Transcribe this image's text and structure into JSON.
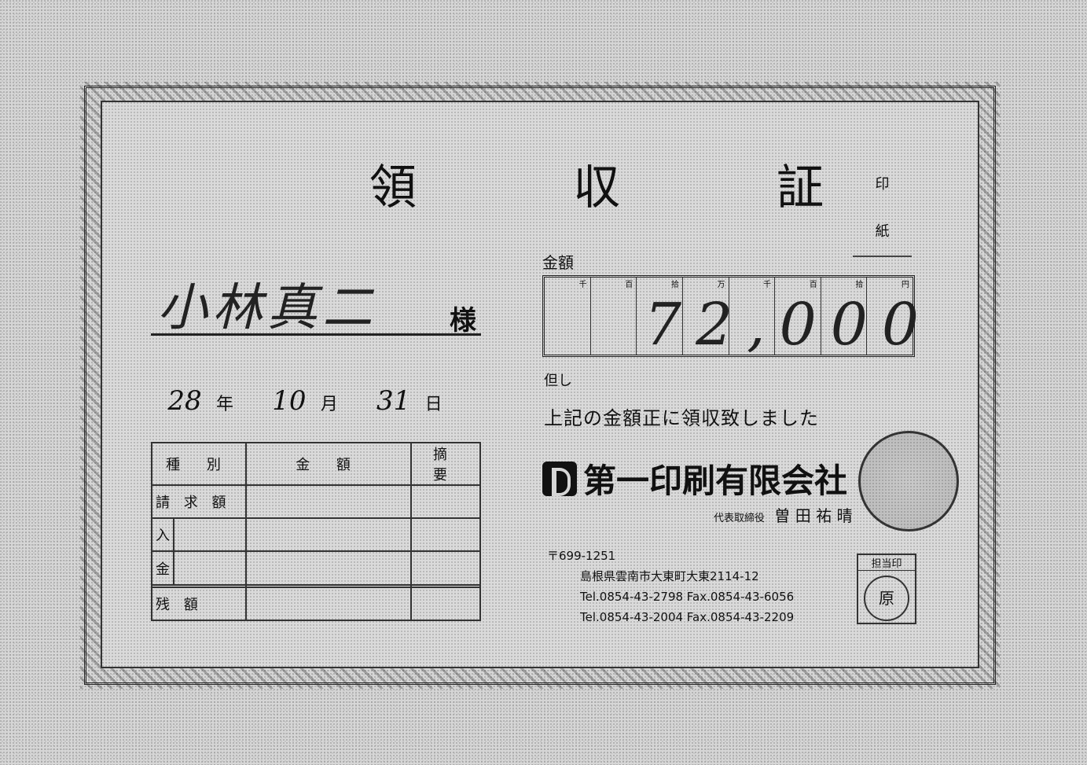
{
  "receipt": {
    "title": "領 収 証",
    "stamp_label_1": "印",
    "stamp_label_2": "紙",
    "recipient_name": "小林真二",
    "recipient_suffix": "様",
    "date": {
      "year_value": "28",
      "year_unit": "年",
      "month_value": "10",
      "month_unit": "月",
      "day_value": "31",
      "day_unit": "日"
    },
    "ledger": {
      "headers": [
        "種 別",
        "金 額",
        "摘 要"
      ],
      "row_billed": "請 求 額",
      "row_payment_char1": "入",
      "row_payment_char2": "金",
      "row_balance": "残 額"
    },
    "amount_label": "金額",
    "amount_units": [
      "千",
      "百",
      "拾",
      "万",
      "千",
      "百",
      "拾",
      "円"
    ],
    "amount_value": "72,000",
    "tadashi": "但し",
    "confirmation": "上記の金額正に領収致しました",
    "company_name": "第一印刷有限会社",
    "representative_title": "代表取締役",
    "representative_name": "曽 田 祐 晴",
    "address_lines": [
      "〒699-1251",
      "島根県雲南市大東町大東2114-12",
      "Tel.0854-43-2798 Fax.0854-43-6056",
      "Tel.0854-43-2004 Fax.0854-43-2209"
    ],
    "tanto_label": "担当印",
    "tanto_seal": "原"
  }
}
